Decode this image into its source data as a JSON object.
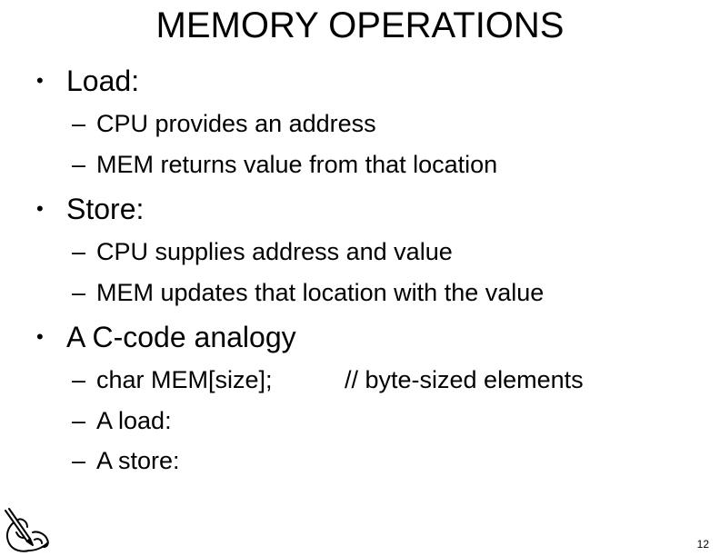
{
  "slide": {
    "title": "MEMORY OPERATIONS",
    "page_number": "12",
    "bullet_glyph": "•",
    "dash_glyph": "–",
    "logo_icon": "writing-hand-icon",
    "bullets": [
      {
        "text": "Load:",
        "subitems": [
          "CPU provides an address",
          "MEM returns value from that location"
        ]
      },
      {
        "text": "Store:",
        "subitems": [
          "CPU supplies address and value",
          "MEM updates that location with the value"
        ]
      },
      {
        "text": "A C-code analogy",
        "subitems": [
          "char MEM[size];",
          "A load:",
          "A store:"
        ],
        "comment": "// byte-sized elements"
      }
    ]
  }
}
